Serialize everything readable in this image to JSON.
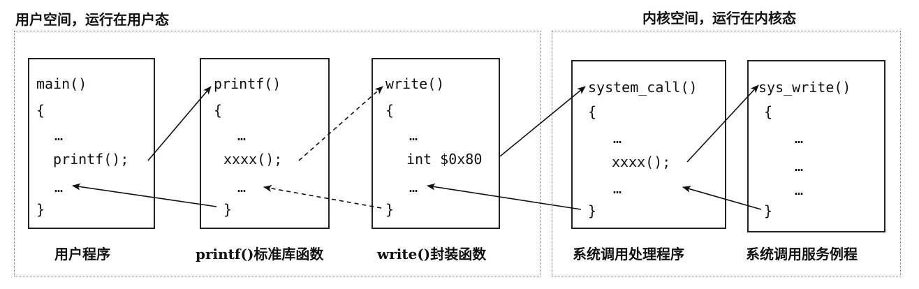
{
  "regions": {
    "user_space_title": "用户空间，运行在用户态",
    "kernel_space_title": "内核空间，运行在内核态"
  },
  "boxes": [
    {
      "caption": "用户程序",
      "lines": [
        "main()",
        "{",
        "…",
        "printf();",
        "…",
        "}"
      ]
    },
    {
      "caption": "printf()标准库函数",
      "lines": [
        "printf()",
        "{",
        "…",
        "xxxx();",
        "…",
        "}"
      ]
    },
    {
      "caption": "write()封装函数",
      "lines": [
        "write()",
        "{",
        "…",
        "int $0x80",
        "…",
        "}"
      ]
    },
    {
      "caption": "系统调用处理程序",
      "lines": [
        "system_call()",
        "{",
        "…",
        "xxxx();",
        "…",
        "}"
      ]
    },
    {
      "caption": "系统调用服务例程",
      "lines": [
        "sys_write()",
        "{",
        "…",
        "…",
        "…",
        "}"
      ]
    }
  ]
}
